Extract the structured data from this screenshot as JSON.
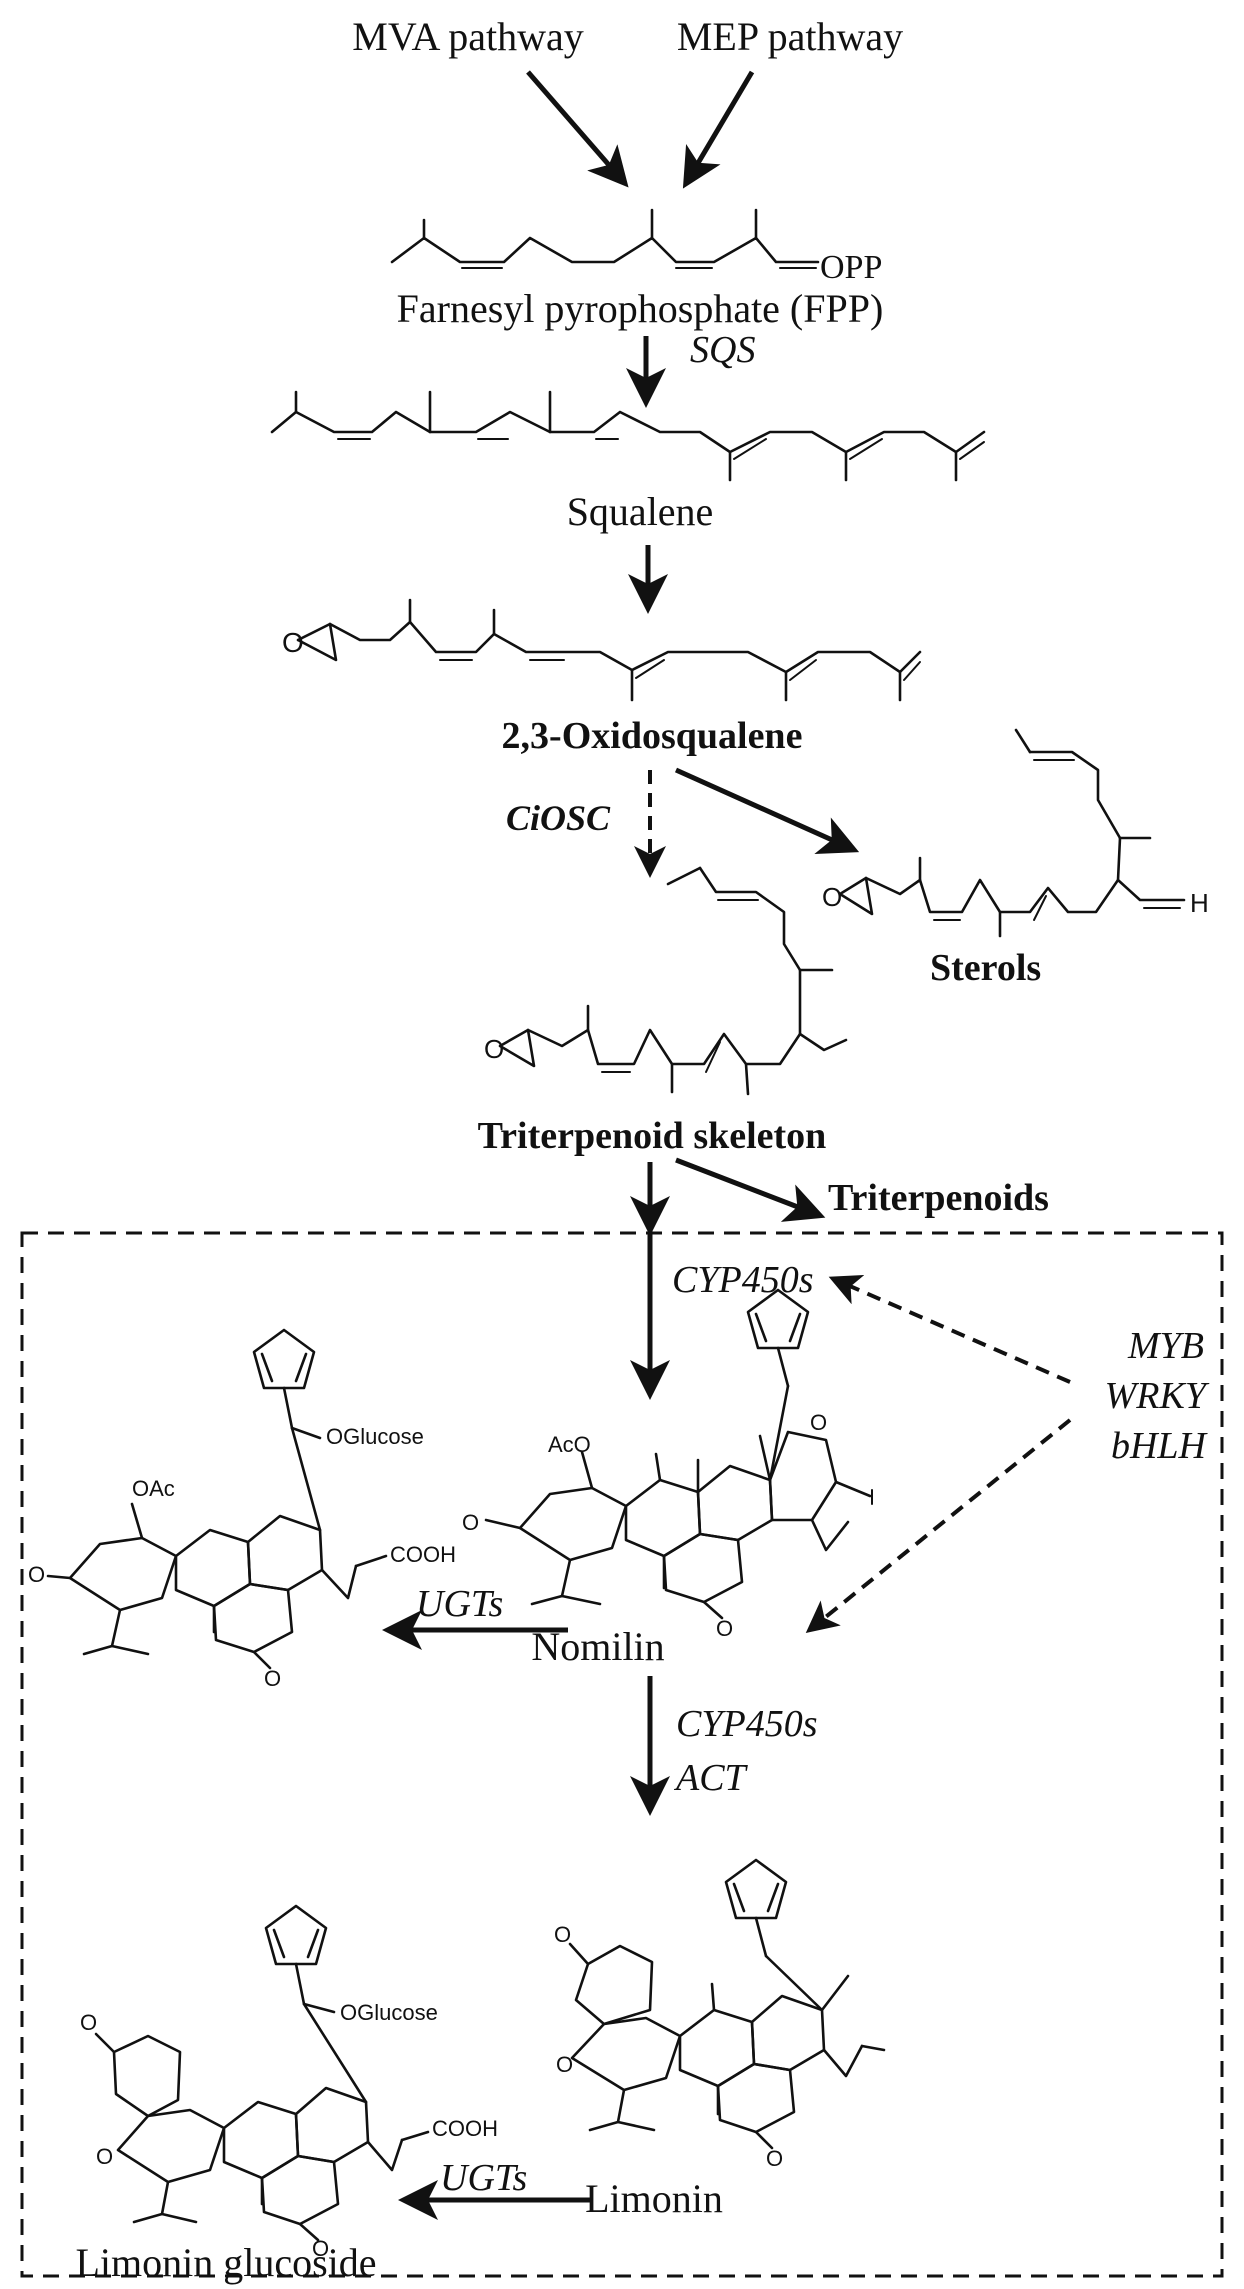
{
  "pathways": {
    "mva": "MVA pathway",
    "mep": "MEP pathway"
  },
  "compounds": {
    "fpp": "Farnesyl pyrophosphate (FPP)",
    "fpp_group": "OPP",
    "squalene": "Squalene",
    "oxidosqualene": "2,3-Oxidosqualene",
    "sterols": "Sterols",
    "sterols_h": "H",
    "skeleton": "Triterpenoid skeleton",
    "triterpenoids": "Triterpenoids",
    "nomilin": "Nomilin",
    "limonin": "Limonin",
    "limonin_glucoside": "Limonin glucoside"
  },
  "enzymes": {
    "sqs": "SQS",
    "ciosc": "CiOSC",
    "cyp450s_1": "CYP450s",
    "cyp450s_2": "CYP450s",
    "act": "ACT",
    "ugts_1": "UGTs",
    "ugts_2": "UGTs"
  },
  "regulators": [
    "MYB",
    "WRKY",
    "bHLH"
  ],
  "atom_labels": {
    "oxygen": "O",
    "oac": "OAc",
    "aco": "AcO",
    "oglucose": "OGlucose",
    "cooh": "COOH"
  }
}
